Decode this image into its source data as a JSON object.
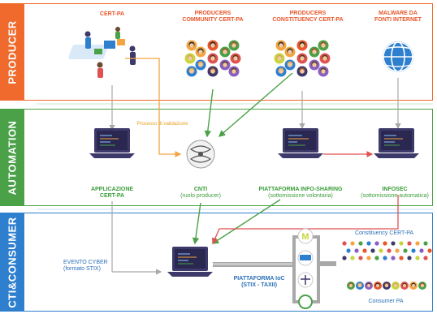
{
  "sections": {
    "producer": "PRODUCER",
    "automation": "AUTOMATION",
    "consumer": "CTI&CONSUMER"
  },
  "producer_nodes": {
    "cert_pa": "CERT-PA",
    "community_l1": "PRODUCERS",
    "community_l2": "COMMUNITY CERT-PA",
    "constituency_l1": "PRODUCERS",
    "constituency_l2": "CONSTITUENCY CERT-PA",
    "malware_l1": "MALWARE DA",
    "malware_l2": "FONTI INTERNET"
  },
  "automation_nodes": {
    "applicazione_l1": "APPLICAZIONE",
    "applicazione_l2": "CERT-PA",
    "cnti_l1": "CNTI",
    "cnti_l2": "(ruolo producer)",
    "piattaforma_l1": "PIATTAFORMA INFO-SHARING",
    "piattaforma_l2": "(sottomissione volontaria)",
    "infosec_l1": "INFOSEC",
    "infosec_l2": "(sottomissione automatica)"
  },
  "process_note": "Processo di validazione",
  "consumer_nodes": {
    "evento_l1": "EVENTO CYBER",
    "evento_l2": "(formato STIX)",
    "ioc_l1": "PIATTAFORMA IoC",
    "ioc_l2": "(STIX - TAXII)",
    "constituency": "Constituency CERT-PA",
    "consumer_pa": "Consumer PA"
  },
  "colors": {
    "producer": "#ef6a2c",
    "automation": "#4aa147",
    "consumer": "#2f7fcf",
    "arrow_orange": "#f2a541",
    "arrow_green": "#4aa147",
    "arrow_red": "#e05252",
    "arrow_gray": "#a8a8a8",
    "laptop": "#3d3a6b"
  },
  "icons": {
    "cert_pa": "team-workspace-icon",
    "community": "people-group-icon",
    "constituency": "people-group-icon",
    "malware": "globe-icon",
    "laptop": "laptop-code-icon",
    "cnti": "cnti-logo-icon"
  }
}
